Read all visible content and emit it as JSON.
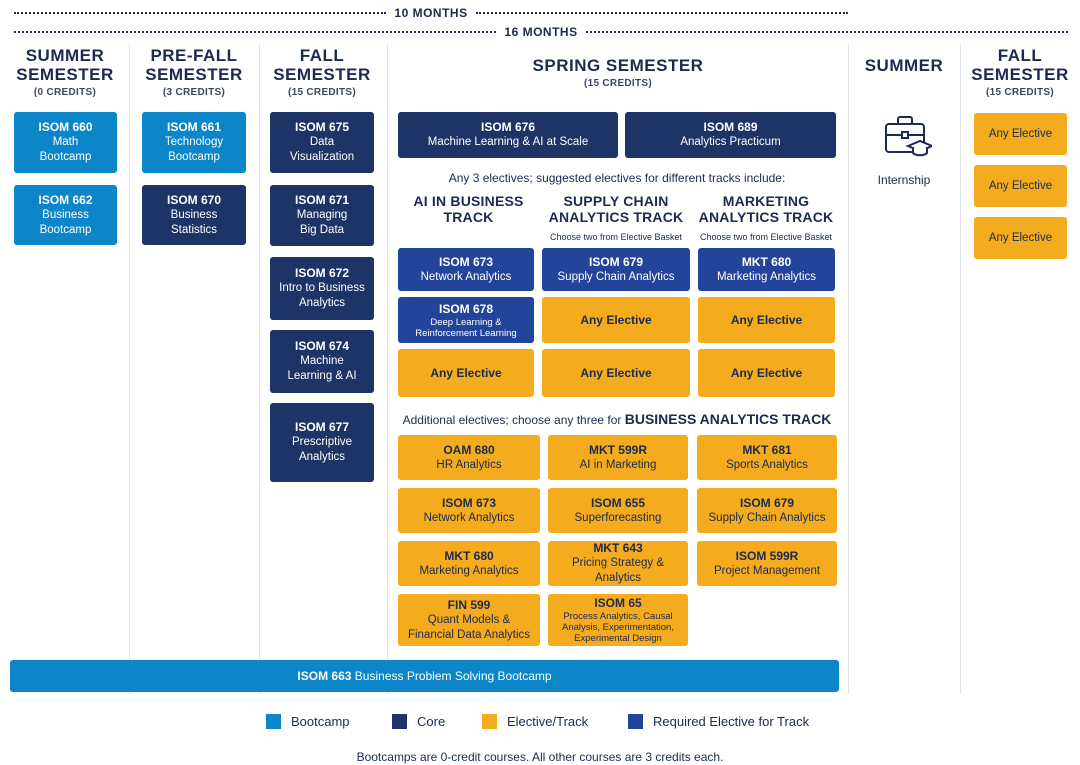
{
  "durations": {
    "ten": "10 MONTHS",
    "sixteen": "16 MONTHS"
  },
  "columns": {
    "summer1": {
      "title1": "SUMMER",
      "title2": "SEMESTER",
      "credits": "(0 CREDITS)"
    },
    "prefall": {
      "title1": "PRE-FALL",
      "title2": "SEMESTER",
      "credits": "(3 CREDITS)"
    },
    "fall1": {
      "title1": "FALL",
      "title2": "SEMESTER",
      "credits": "(15 CREDITS)"
    },
    "spring": {
      "title1": "SPRING SEMESTER",
      "credits": "(15 CREDITS)"
    },
    "summer2": {
      "title1": "SUMMER"
    },
    "fall2": {
      "title1": "FALL",
      "title2": "SEMESTER",
      "credits": "(15 CREDITS)"
    }
  },
  "summer1": [
    {
      "code": "ISOM 660",
      "name1": "Math",
      "name2": "Bootcamp"
    },
    {
      "code": "ISOM 662",
      "name1": "Business",
      "name2": "Bootcamp"
    }
  ],
  "prefall": [
    {
      "code": "ISOM 661",
      "name1": "Technology",
      "name2": "Bootcamp"
    },
    {
      "code": "ISOM 670",
      "name1": "Business",
      "name2": "Statistics"
    }
  ],
  "fall1": [
    {
      "code": "ISOM 675",
      "name1": "Data",
      "name2": "Visualization"
    },
    {
      "code": "ISOM 671",
      "name1": "Managing",
      "name2": "Big Data"
    },
    {
      "code": "ISOM 672",
      "name1": "Intro to Business",
      "name2": "Analytics"
    },
    {
      "code": "ISOM 674",
      "name1": "Machine",
      "name2": "Learning & AI"
    },
    {
      "code": "ISOM 677",
      "name1": "Prescriptive",
      "name2": "Analytics"
    }
  ],
  "spring_core": [
    {
      "code": "ISOM 676",
      "name": "Machine Learning  & AI at Scale"
    },
    {
      "code": "ISOM 689",
      "name": "Analytics Practicum"
    }
  ],
  "electives_intro": "Any 3 electives; suggested electives for different tracks include:",
  "tracks": [
    {
      "line1": "AI IN BUSINESS",
      "line2": "TRACK",
      "note": ""
    },
    {
      "line1": "SUPPLY CHAIN",
      "line2": "ANALYTICS TRACK",
      "note": "Choose two from Elective Basket"
    },
    {
      "line1": "MARKETING",
      "line2": "ANALYTICS TRACK",
      "note": "Choose two from Elective Basket"
    }
  ],
  "track_courses": {
    "ai": [
      {
        "code": "ISOM 673",
        "name": "Network Analytics"
      },
      {
        "code": "ISOM 678",
        "name1": "Deep Learning &",
        "name2": "Reinforcement Learning"
      },
      {
        "name": "Any Elective"
      }
    ],
    "supply": [
      {
        "code": "ISOM 679",
        "name": "Supply Chain Analytics"
      },
      {
        "name": "Any Elective"
      },
      {
        "name": "Any Elective"
      }
    ],
    "marketing": [
      {
        "code": "MKT 680",
        "name": "Marketing Analytics"
      },
      {
        "name": "Any Elective"
      },
      {
        "name": "Any Elective"
      }
    ]
  },
  "additional_intro": "Additional electives; choose any three for",
  "additional_track": "BUSINESS ANALYTICS TRACK",
  "additional": [
    {
      "code": "OAM 680",
      "name1": "HR Analytics",
      "name2": ""
    },
    {
      "code": "MKT 599R",
      "name1": "AI in Marketing",
      "name2": ""
    },
    {
      "code": "MKT 681",
      "name1": "Sports Analytics",
      "name2": ""
    },
    {
      "code": "ISOM 673",
      "name1": "Network Analytics",
      "name2": ""
    },
    {
      "code": "ISOM 655",
      "name1": "Superforecasting",
      "name2": ""
    },
    {
      "code": "ISOM 679",
      "name1": "Supply Chain Analytics",
      "name2": ""
    },
    {
      "code": "MKT 680",
      "name1": "Marketing Analytics",
      "name2": ""
    },
    {
      "code": "MKT 643",
      "name1": "Pricing Strategy &",
      "name2": "Analytics"
    },
    {
      "code": "ISOM 599R",
      "name1": "Project Management",
      "name2": ""
    },
    {
      "code": "FIN 599",
      "name1": "Quant Models &",
      "name2": "Financial Data Analytics"
    },
    {
      "code": "ISOM 65",
      "name1": "Process Analytics, Causal",
      "name2": "Analysis, Experimentation,",
      "name3": "Experimental Design"
    }
  ],
  "internship": "Internship",
  "fall2": [
    "Any Elective",
    "Any Elective",
    "Any Elective"
  ],
  "bootcamp_bar": {
    "code": "ISOM 663",
    "name": "Business Problem Solving Bootcamp"
  },
  "legend": [
    {
      "label": "Bootcamp",
      "color": "#0c85c9"
    },
    {
      "label": "Core",
      "color": "#1e3466"
    },
    {
      "label": "Elective/Track",
      "color": "#f5ab1e"
    },
    {
      "label": "Required Elective for Track",
      "color": "#23449b"
    }
  ],
  "footnote": "Bootcamps are 0-credit courses. All other courses are 3 credits each."
}
